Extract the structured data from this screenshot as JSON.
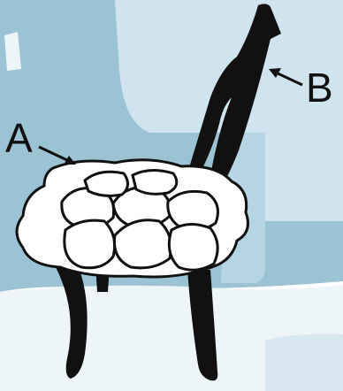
{
  "labels": {
    "a": "A",
    "b": "B"
  },
  "parts": {
    "a": "chair-cushion",
    "b": "chair-back"
  },
  "colors": {
    "background_blue": "#9cc3d3",
    "light_blue": "#cfe4ee",
    "ink": "#111111",
    "cushion": "#ffffff"
  }
}
